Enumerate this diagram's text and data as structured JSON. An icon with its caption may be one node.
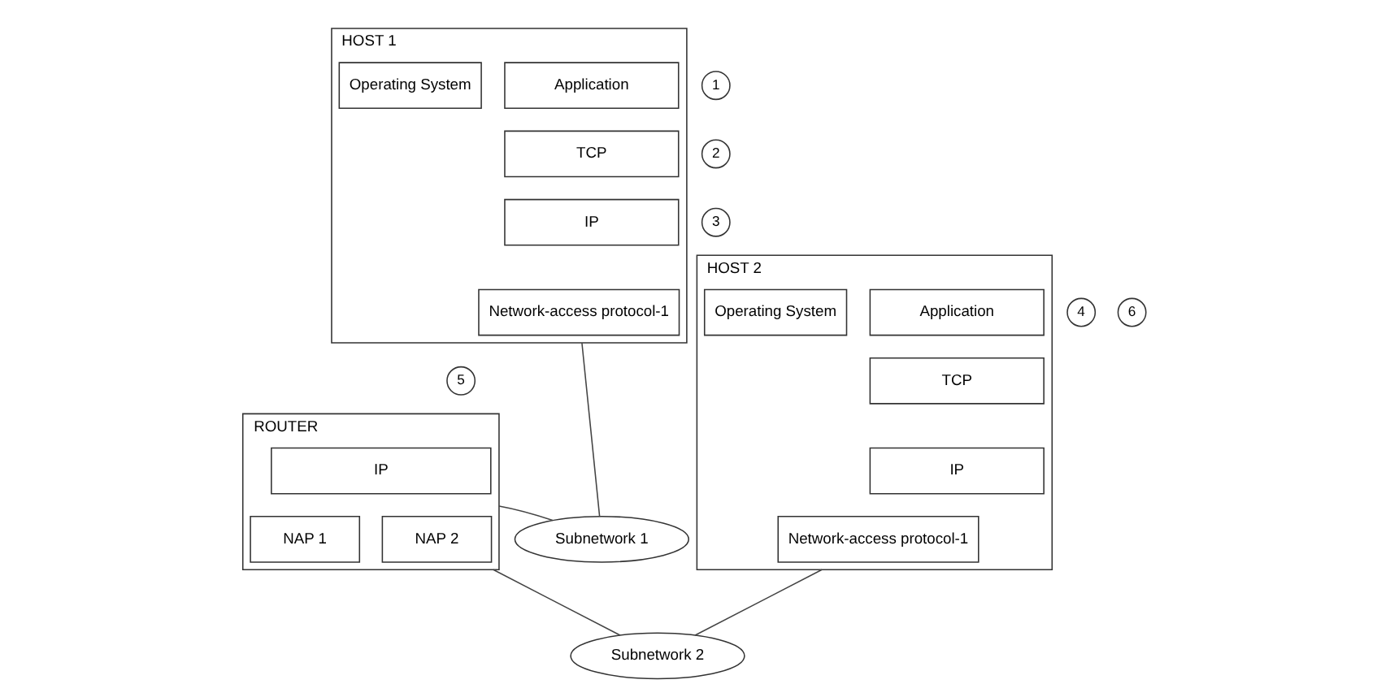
{
  "diagram": {
    "nodes": [
      {
        "text": [
          "HOST 1"
        ]
      },
      {
        "text": [
          "Operating System"
        ],
        "in": 0
      },
      {
        "text": [
          "Application"
        ],
        "in": 0
      },
      {
        "text": [
          "TCP"
        ],
        "in": 0
      },
      {
        "text": [
          "IP"
        ],
        "in": 0
      },
      {
        "text": [
          "Network-access protocol-1"
        ],
        "in": 0
      },
      {
        "text": [
          "1"
        ]
      },
      {
        "text": [
          "2"
        ]
      },
      {
        "text": [
          "3"
        ]
      },
      {
        "text": [
          "4"
        ]
      },
      {
        "text": [
          "5"
        ]
      },
      {
        "text": [
          "ROUTER"
        ]
      },
      {
        "text": [
          "IP"
        ],
        "in": 11
      },
      {
        "text": [
          "NAP 1"
        ],
        "in": 11
      },
      {
        "text": [
          "NAP 2"
        ],
        "in": 11
      },
      {
        "text": [
          "6"
        ]
      },
      {
        "text": [
          "HOST 2"
        ]
      },
      {
        "text": [
          "Operating System"
        ],
        "in": 16
      },
      {
        "text": [
          "Application"
        ],
        "in": 16
      },
      {
        "text": [
          "TCP"
        ],
        "in": 16
      },
      {
        "text": [
          "IP"
        ],
        "in": 16
      },
      {
        "text": [
          "Network-access protocol-1"
        ],
        "in": 16
      },
      {
        "text": [
          "Subnetwork 1"
        ]
      },
      {
        "text": [
          "Subnetwork 2"
        ]
      }
    ],
    "edges": [
      {
        "from": 0,
        "to": 22,
        "arrow": "none"
      },
      {
        "from": 22,
        "to": 11,
        "arrow": "none"
      },
      {
        "from": 11,
        "to": 23,
        "arrow": "none"
      },
      {
        "from": 16,
        "to": 23,
        "arrow": "none"
      }
    ]
  }
}
